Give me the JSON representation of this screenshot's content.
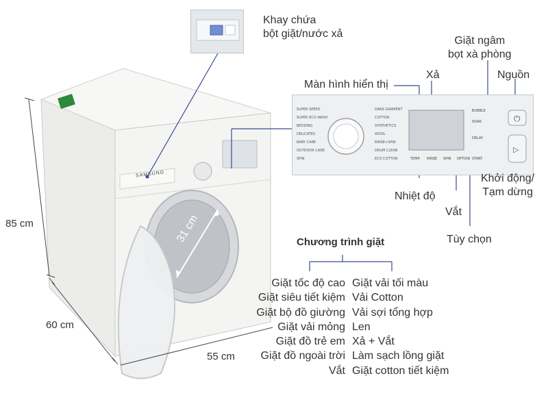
{
  "callouts": {
    "tray": [
      "Khay chứa",
      "bột giặt/nước xả"
    ],
    "soak": [
      "Giặt ngâm",
      "bọt xà phòng"
    ],
    "rinse": "Xả",
    "power": "Nguồn",
    "display": "Màn hình hiển thị",
    "temperature": "Nhiệt độ",
    "spin": "Vắt",
    "options": "Tùy chọn",
    "start": [
      "Khởi động/",
      "Tạm dừng"
    ]
  },
  "dimensions": {
    "height": "85 cm",
    "depth": "60 cm",
    "width": "55 cm",
    "drum": "31 cm"
  },
  "programs": {
    "title": "Chương trình giặt",
    "left": [
      "Giặt tốc độ cao",
      "Giặt siêu tiết kiệm",
      "Giặt bộ đồ giường",
      "Giặt vải mỏng",
      "Giặt đồ trẻ em",
      "Giặt đồ ngoài trời",
      "Vắt"
    ],
    "right": [
      "Giặt vải tối màu",
      "Vải Cotton",
      "Vải sợi tổng hợp",
      "Len",
      "Xả + Vắt",
      "Làm sạch lồng giặt",
      "Giặt cotton tiết kiệm"
    ]
  },
  "machine": {
    "brand": "SAMSUNG"
  },
  "colors": {
    "line": "#3a4a8a",
    "body": "#f4f5f3",
    "accent": "#2a8a3a"
  }
}
